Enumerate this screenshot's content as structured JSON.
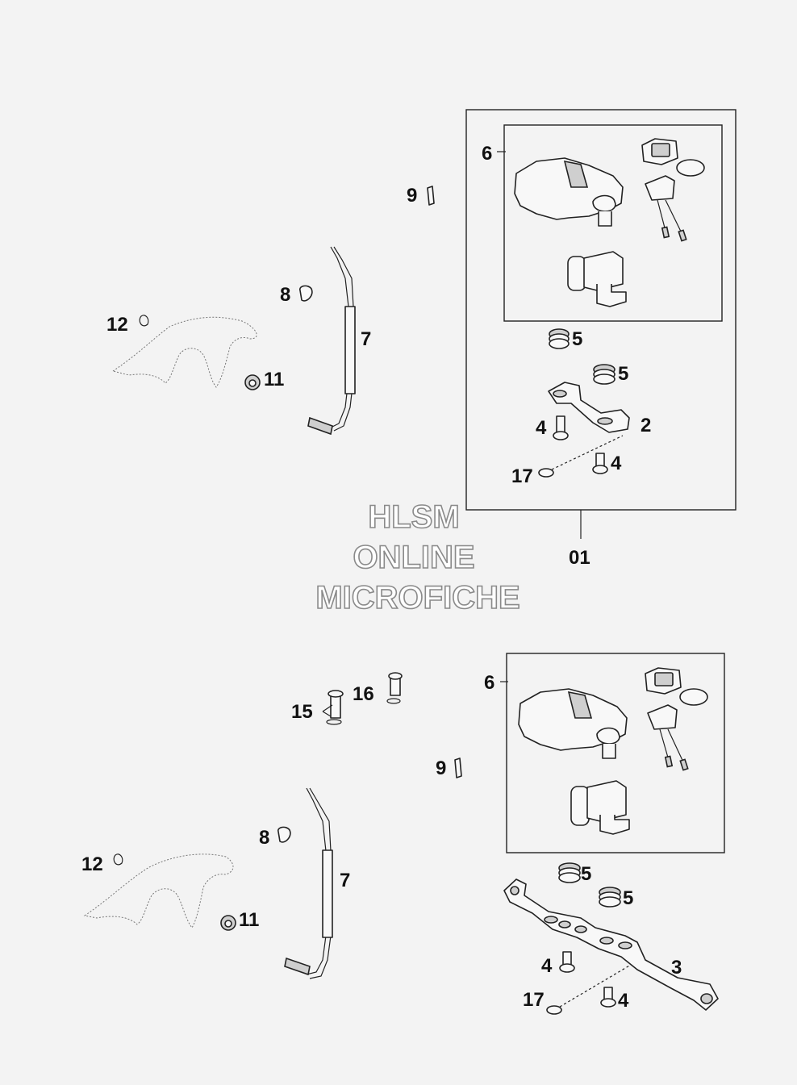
{
  "watermark": {
    "line1": "HLSM",
    "line2": "ONLINE",
    "line3": "MICROFICHE"
  },
  "top_assembly": {
    "callouts": {
      "c6": "6",
      "c9": "9",
      "c8": "8",
      "c12": "12",
      "c7": "7",
      "c11": "11",
      "c5a": "5",
      "c5b": "5",
      "c4a": "4",
      "c2": "2",
      "c17": "17",
      "c4b": "4",
      "c01": "01"
    }
  },
  "bottom_assembly": {
    "callouts": {
      "c6": "6",
      "c16": "16",
      "c15": "15",
      "c9": "9",
      "c8": "8",
      "c12": "12",
      "c7": "7",
      "c11": "11",
      "c5a": "5",
      "c5b": "5",
      "c4a": "4",
      "c3": "3",
      "c17": "17",
      "c4b": "4"
    }
  }
}
